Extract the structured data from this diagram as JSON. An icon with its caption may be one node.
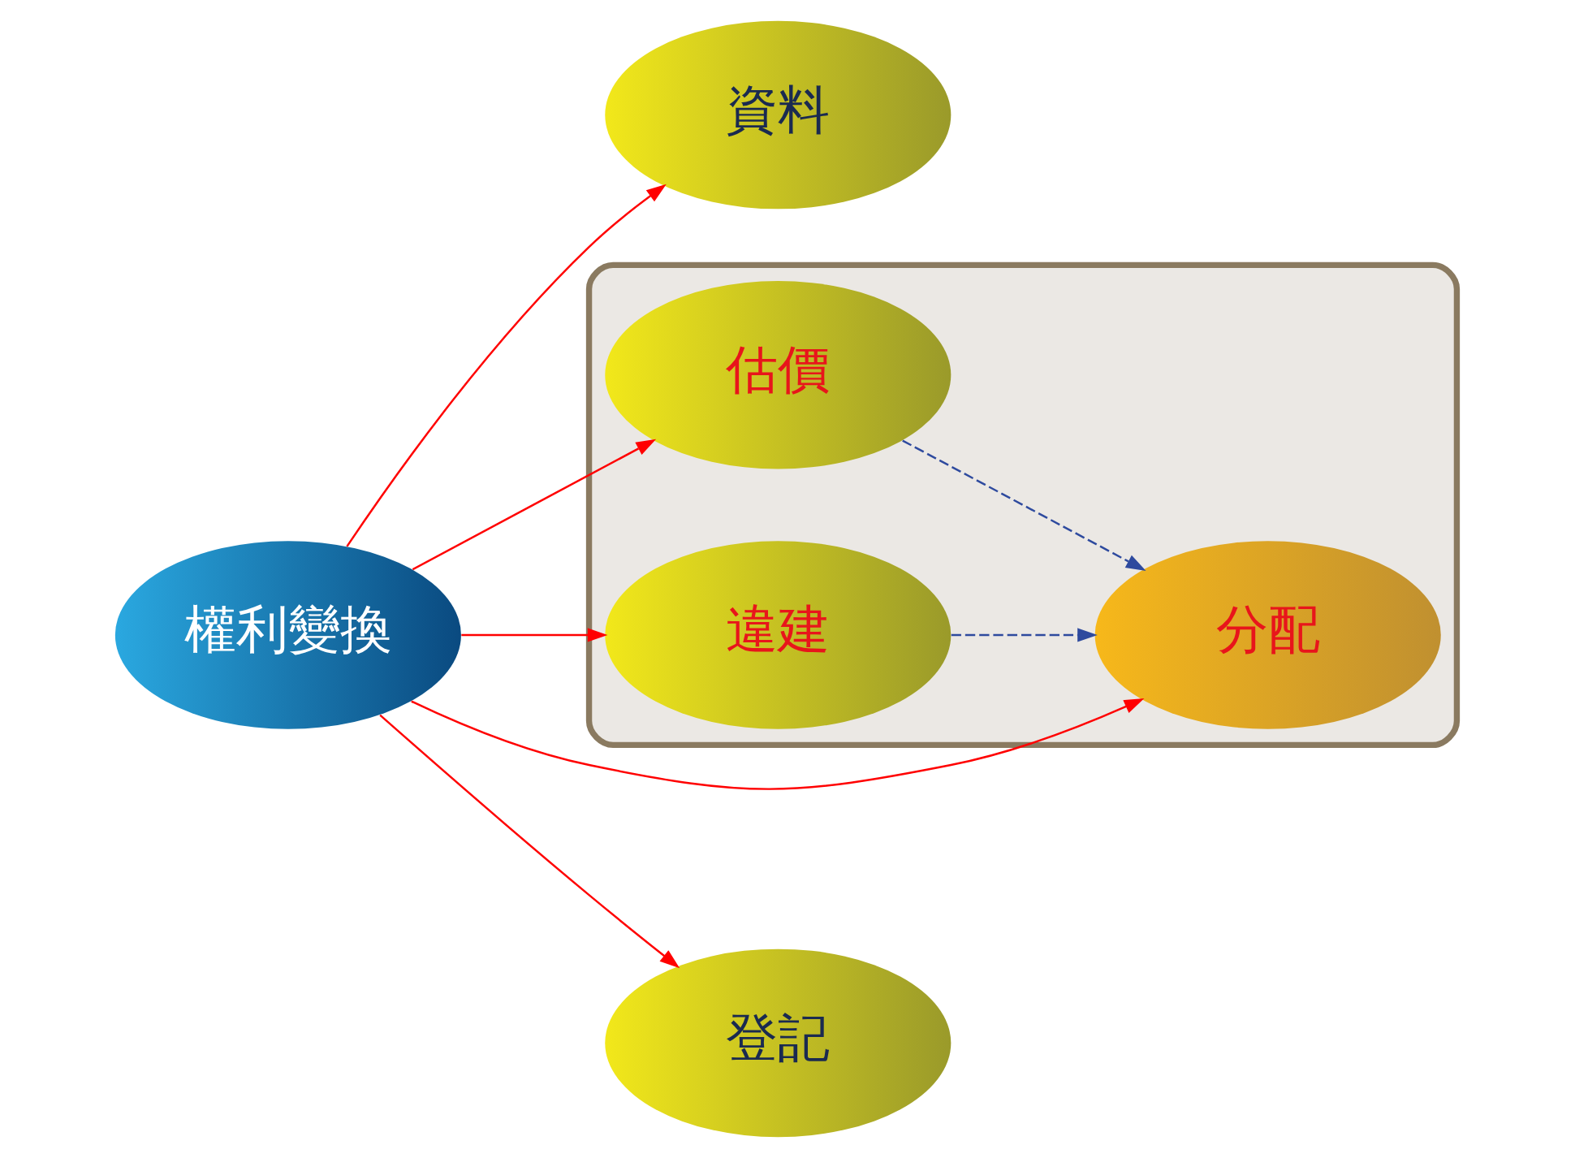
{
  "diagram": {
    "nodes": [
      {
        "text": [
          "資料"
        ]
      },
      {
        "text": [],
        "shape": "ellipse"
      },
      {
        "text": [
          "估價"
        ],
        "in": 1
      },
      {
        "text": [
          "權利變換"
        ]
      },
      {
        "text": [
          "分配"
        ],
        "in": 1
      },
      {
        "text": [
          "違建"
        ],
        "in": 1
      },
      {
        "text": [
          "登記"
        ]
      }
    ],
    "edges": [
      {
        "from": 3,
        "to": 0,
        "arrow": "to"
      },
      {
        "from": 3,
        "to": 2,
        "arrow": "to"
      },
      {
        "from": 3,
        "to": 4,
        "arrow": "to"
      },
      {
        "from": 3,
        "to": 5,
        "arrow": "to"
      },
      {
        "from": 3,
        "to": 6,
        "arrow": "to"
      },
      {
        "from": 2,
        "to": 4,
        "arrow": "to",
        "style": "dashed",
        "color": "#2e4a9e"
      },
      {
        "from": 5,
        "to": 4,
        "arrow": "to",
        "style": "dashed",
        "color": "#2e4a9e"
      }
    ]
  }
}
